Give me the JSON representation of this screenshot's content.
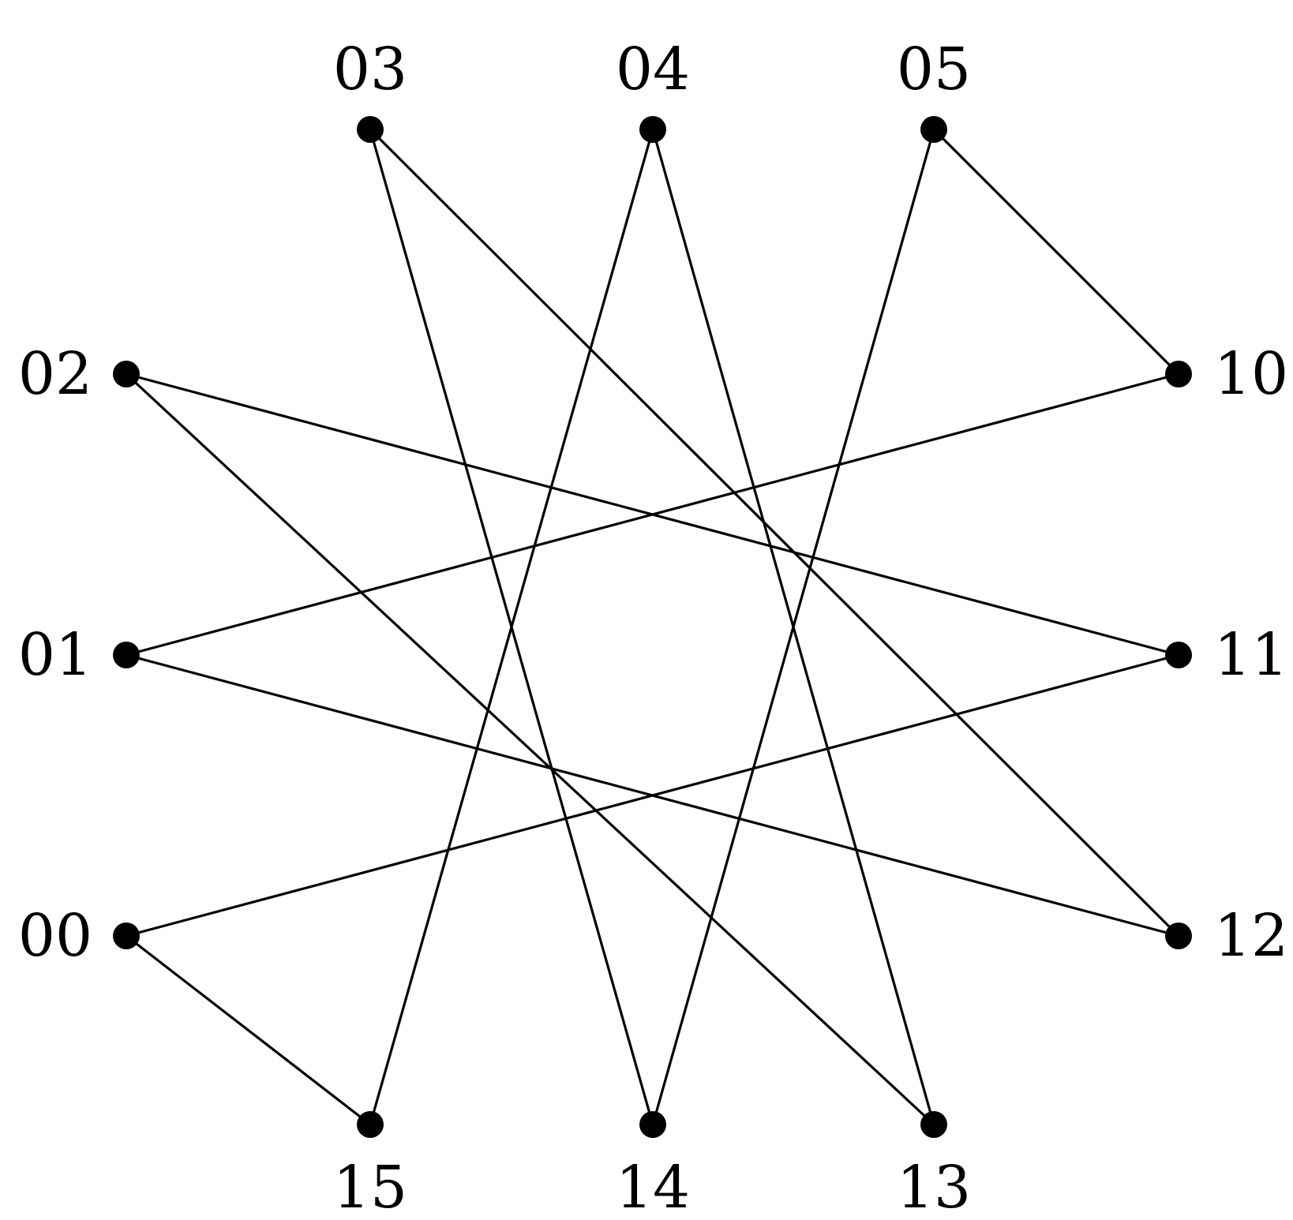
{
  "colors": {
    "background": "#ffffff",
    "ink": "#000000"
  },
  "nodes": [
    {
      "id": "00",
      "label": "00"
    },
    {
      "id": "01",
      "label": "01"
    },
    {
      "id": "02",
      "label": "02"
    },
    {
      "id": "03",
      "label": "03"
    },
    {
      "id": "04",
      "label": "04"
    },
    {
      "id": "05",
      "label": "05"
    },
    {
      "id": "10",
      "label": "10"
    },
    {
      "id": "11",
      "label": "11"
    },
    {
      "id": "12",
      "label": "12"
    },
    {
      "id": "13",
      "label": "13"
    },
    {
      "id": "14",
      "label": "14"
    },
    {
      "id": "15",
      "label": "15"
    }
  ],
  "edges": [
    [
      "00",
      "15"
    ],
    [
      "00",
      "11"
    ],
    [
      "01",
      "10"
    ],
    [
      "01",
      "12"
    ],
    [
      "02",
      "11"
    ],
    [
      "02",
      "13"
    ],
    [
      "03",
      "14"
    ],
    [
      "03",
      "12"
    ],
    [
      "04",
      "15"
    ],
    [
      "04",
      "13"
    ],
    [
      "05",
      "10"
    ],
    [
      "05",
      "14"
    ]
  ]
}
